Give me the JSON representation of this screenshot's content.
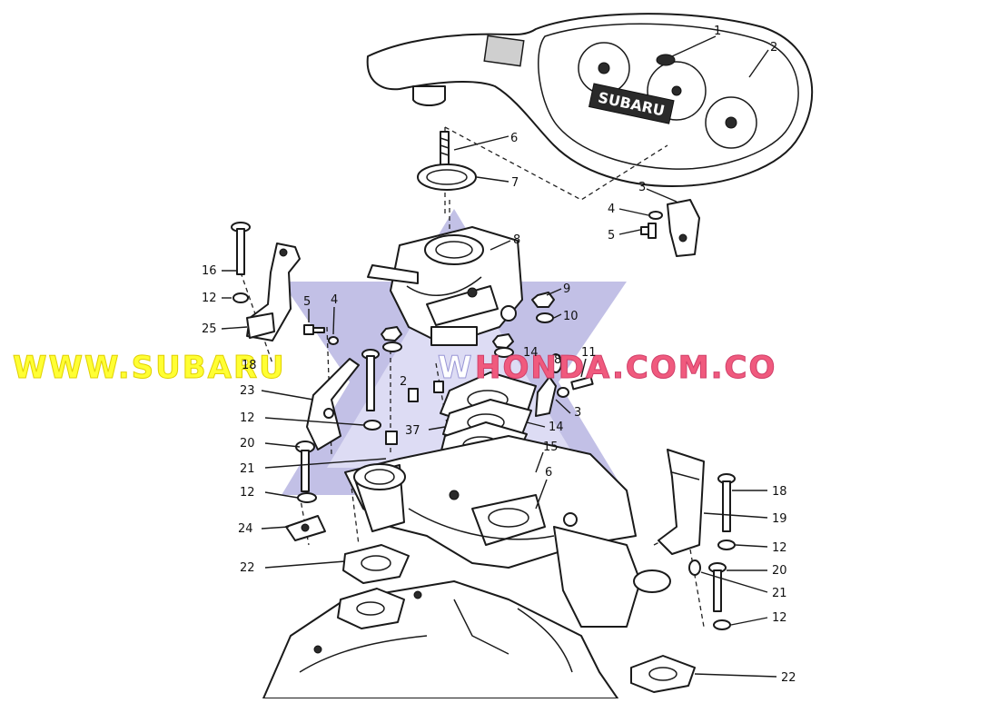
{
  "watermark": {
    "text_part1": "WWW.SUBARU",
    "text_part2": "W",
    "text_part3": "HONDA.COM.CO",
    "color_part1": "#ffff33",
    "color_part2": "#ffffff",
    "color_part3": "#f05a7e",
    "star_color": "#9a97d6"
  },
  "diagram": {
    "brand_plate": "SUBARU",
    "callouts": [
      {
        "id": "c1",
        "text": "1"
      },
      {
        "id": "c2",
        "text": "2"
      },
      {
        "id": "c6",
        "text": "6"
      },
      {
        "id": "c7",
        "text": "7"
      },
      {
        "id": "c3a",
        "text": "3"
      },
      {
        "id": "c4a",
        "text": "4"
      },
      {
        "id": "c5a",
        "text": "5"
      },
      {
        "id": "c8",
        "text": "8"
      },
      {
        "id": "c9",
        "text": "9"
      },
      {
        "id": "c10",
        "text": "10"
      },
      {
        "id": "c16",
        "text": "16"
      },
      {
        "id": "c12a",
        "text": "12"
      },
      {
        "id": "c25",
        "text": "25"
      },
      {
        "id": "c5b",
        "text": "5"
      },
      {
        "id": "c4b",
        "text": "4"
      },
      {
        "id": "c14a",
        "text": "14"
      },
      {
        "id": "c11",
        "text": "11"
      },
      {
        "id": "c18a",
        "text": "18"
      },
      {
        "id": "c2b",
        "text": "2"
      },
      {
        "id": "c8b",
        "text": "8"
      },
      {
        "id": "c23",
        "text": "23"
      },
      {
        "id": "c3b",
        "text": "3"
      },
      {
        "id": "c12b",
        "text": "12"
      },
      {
        "id": "c37",
        "text": "37"
      },
      {
        "id": "c14b",
        "text": "14"
      },
      {
        "id": "c20a",
        "text": "20"
      },
      {
        "id": "c15",
        "text": "15"
      },
      {
        "id": "c21a",
        "text": "21"
      },
      {
        "id": "c6b",
        "text": "6"
      },
      {
        "id": "c12c",
        "text": "12"
      },
      {
        "id": "c18b",
        "text": "18"
      },
      {
        "id": "c24",
        "text": "24"
      },
      {
        "id": "c19",
        "text": "19"
      },
      {
        "id": "c12d",
        "text": "12"
      },
      {
        "id": "c22a",
        "text": "22"
      },
      {
        "id": "c20b",
        "text": "20"
      },
      {
        "id": "c21b",
        "text": "21"
      },
      {
        "id": "c12e",
        "text": "12"
      },
      {
        "id": "c22b",
        "text": "22"
      }
    ]
  }
}
